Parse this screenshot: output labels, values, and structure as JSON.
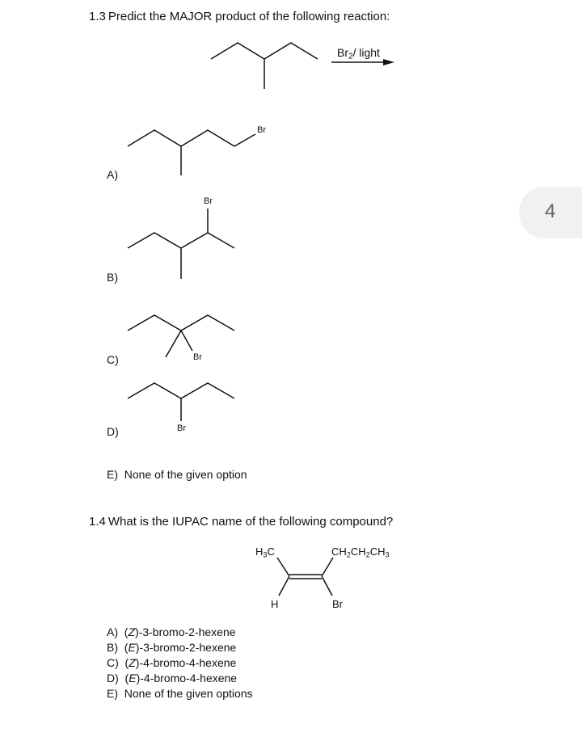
{
  "page_badge": {
    "number": "4"
  },
  "q13": {
    "number": "1.3",
    "title": "Predict the MAJOR product of the following reaction:",
    "reagent": {
      "main": "Br",
      "sub": "2",
      "rest": "/ light"
    },
    "reactant_name": "3-methylpentane",
    "options": [
      {
        "label": "A)",
        "substituent": "Br",
        "structure": "1-bromo-3-methylpentane"
      },
      {
        "label": "B)",
        "substituent": "Br",
        "structure": "2-bromo-3-methylpentane"
      },
      {
        "label": "C)",
        "substituent": "Br",
        "structure": "3-bromo-3-methylpentane"
      },
      {
        "label": "D)",
        "substituent": "Br",
        "structure": "3-bromopentane"
      },
      {
        "label": "E)",
        "text": "None of the given option"
      }
    ]
  },
  "q14": {
    "number": "1.4",
    "title": "What is the IUPAC name of the following compound?",
    "structure_labels": {
      "top_left": {
        "main": "H",
        "sub": "3",
        "rest": "C"
      },
      "top_right": {
        "p1": "CH",
        "s1": "2",
        "p2": "CH",
        "s2": "2",
        "p3": "CH",
        "s3": "3"
      },
      "bottom_left": "H",
      "bottom_right": "Br"
    },
    "options": [
      {
        "label": "A)",
        "stereo": "Z",
        "name": "-3-bromo-2-hexene"
      },
      {
        "label": "B)",
        "stereo": "E",
        "name": "-3-bromo-2-hexene"
      },
      {
        "label": "C)",
        "stereo": "Z",
        "name": "-4-bromo-4-hexene"
      },
      {
        "label": "D)",
        "stereo": "E",
        "name": "-4-bromo-4-hexene"
      },
      {
        "label": "E)",
        "text": "None of the given options"
      }
    ]
  }
}
